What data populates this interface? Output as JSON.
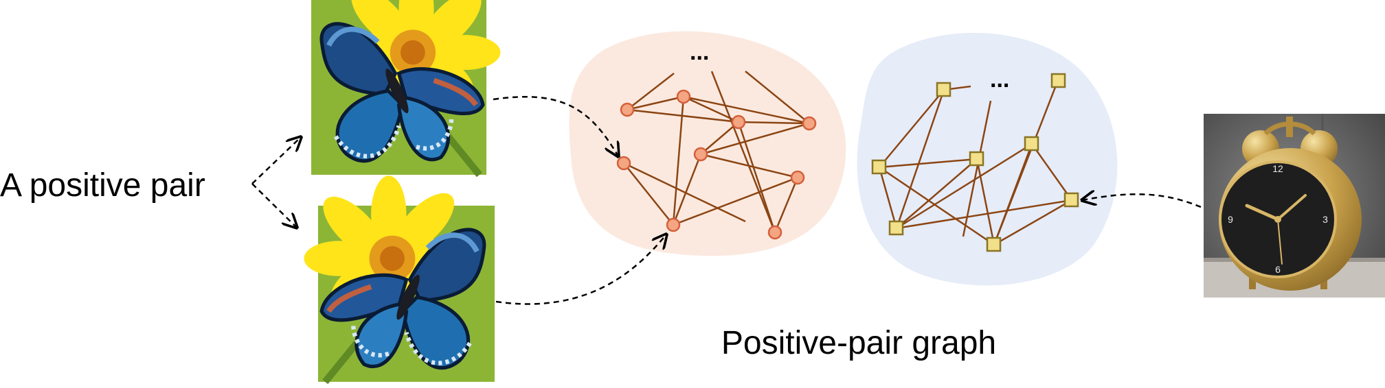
{
  "left_label": "A positive pair",
  "caption": "Positive-pair graph",
  "cluster_a": {
    "ellipsis": "..."
  },
  "cluster_b": {
    "ellipsis": "..."
  },
  "colors": {
    "cluster_a_fill": "#fbe9df",
    "cluster_b_fill": "#e6ecf8",
    "edge": "#8b4513",
    "circle_node_fill": "#f4a582",
    "circle_node_stroke": "#d4603c",
    "square_node_fill": "#f2e08a",
    "square_node_stroke": "#8a7424",
    "arrow": "#000000"
  },
  "images": [
    "butterfly-image-top",
    "butterfly-image-bottom",
    "alarm-clock-image"
  ]
}
